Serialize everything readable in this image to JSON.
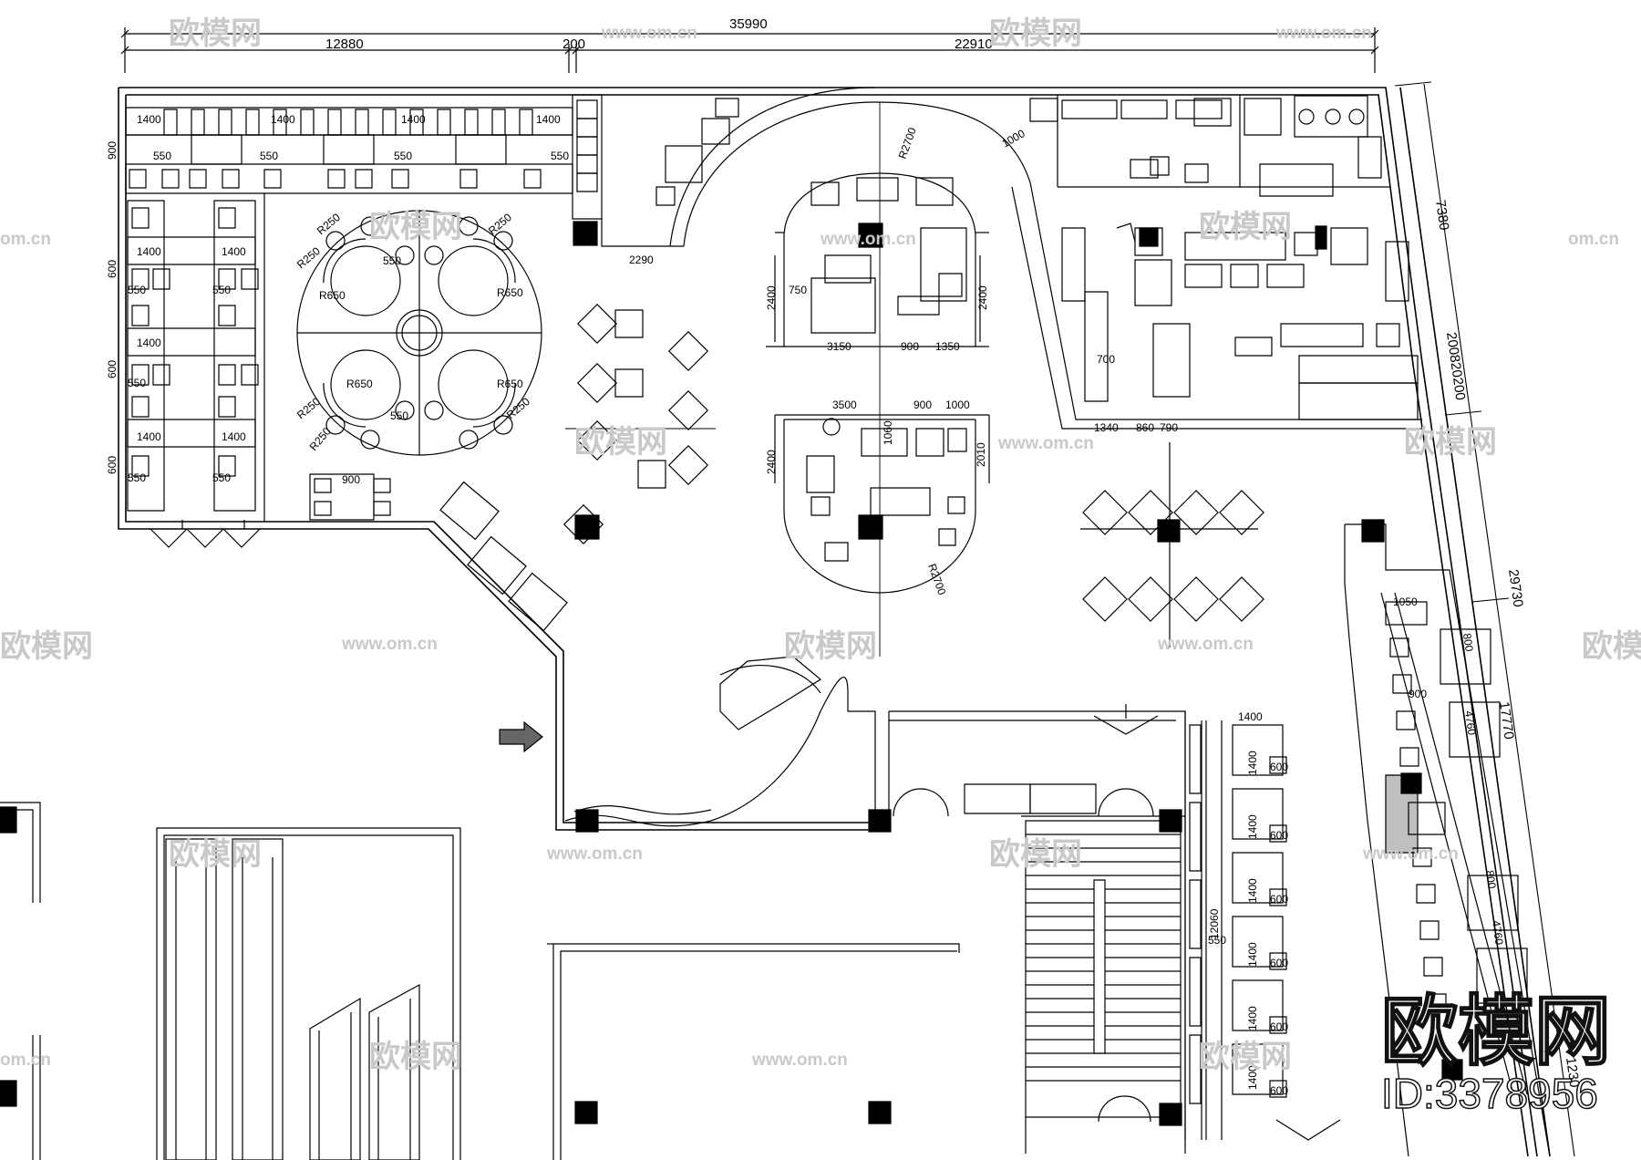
{
  "dims": {
    "overall_width": "35990",
    "left_width": "12880",
    "gap": "200",
    "right_width": "22910",
    "right_side_top": "7380",
    "right_side_mid": "200820200",
    "right_side_total": "29730",
    "right_side_lower": "17770",
    "right_side_bottom": "1230",
    "booth_1400": "1400",
    "booth_900": "900",
    "booth_550": "550",
    "booth_600": "600",
    "round_r250": "R250",
    "round_r650": "R650",
    "round_550": "550",
    "bar_2290": "2290",
    "bar_r2700": "R2700",
    "island_2400": "2400",
    "island_750": "750",
    "island_3150": "3150",
    "island_900": "900",
    "island_1350": "1350",
    "island_3500": "3500",
    "island_1000": "1000",
    "island_2010": "2010",
    "island_1060": "1060",
    "kitchen_1340": "1340",
    "kitchen_860": "860",
    "kitchen_790": "790",
    "kitchen_700": "700",
    "kitchen_1000": "1000",
    "lower_1050": "1050",
    "lower_4760": "4760",
    "lower_800": "800",
    "lower_12060": "12060"
  },
  "watermark": {
    "brand": "欧模网",
    "url": "www.om.cn",
    "url_short": "om.cn",
    "id_text": "ID:3378956"
  },
  "colors": {
    "line": "#000000",
    "fill_dark": "#000000",
    "watermark": "#c9c9c9"
  }
}
